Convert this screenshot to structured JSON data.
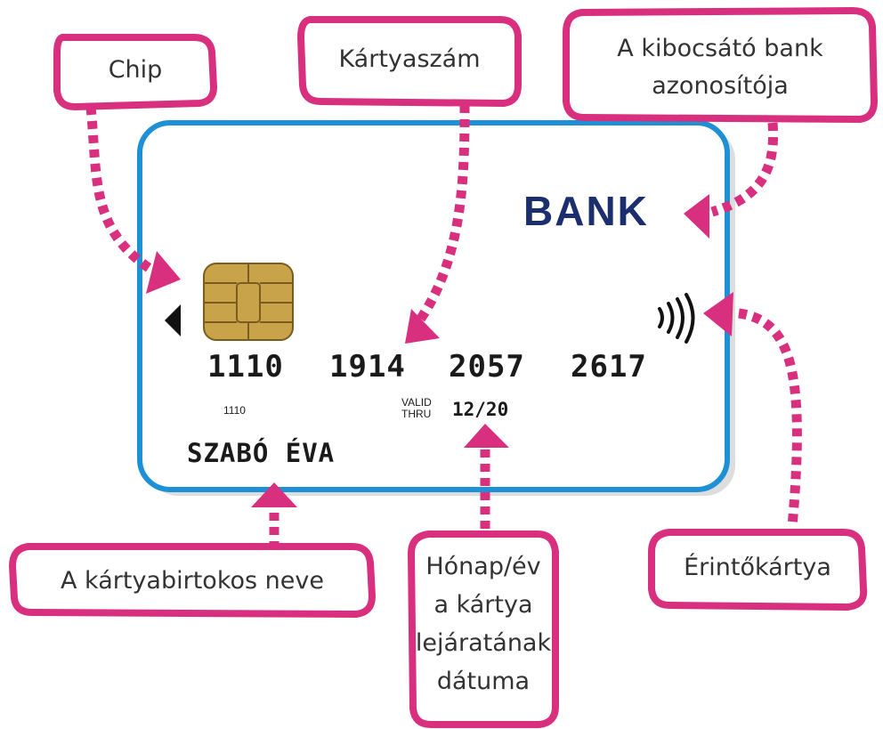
{
  "card": {
    "bank_name": "BANK",
    "number_groups": [
      "1110",
      "1914",
      "2057",
      "2617"
    ],
    "small_number": "1110",
    "valid_thru_line1": "VALID",
    "valid_thru_line2": "THRU",
    "expiry": "12/20",
    "holder_name": "SZABÓ ÉVA",
    "contactless_icon": "contactless-icon",
    "chip_icon": "chip-icon",
    "arrow_icon": "triangle-left-icon"
  },
  "labels": {
    "chip": "Chip",
    "card_number": "Kártyaszám",
    "bank_id_line1": "A kibocsátó bank",
    "bank_id_line2": "azonosítója",
    "holder_name": "A kártyabirtokos neve",
    "expiry_line1": "Hónap/év",
    "expiry_line2": "a kártya",
    "expiry_line3": "lejáratának",
    "expiry_line4": "dátuma",
    "contactless": "Érintőkártya"
  },
  "colors": {
    "callout": "#d8307e",
    "card_border": "#1e90d6",
    "bank_text": "#1b2f6e",
    "chip_gold": "#c9a34a"
  }
}
